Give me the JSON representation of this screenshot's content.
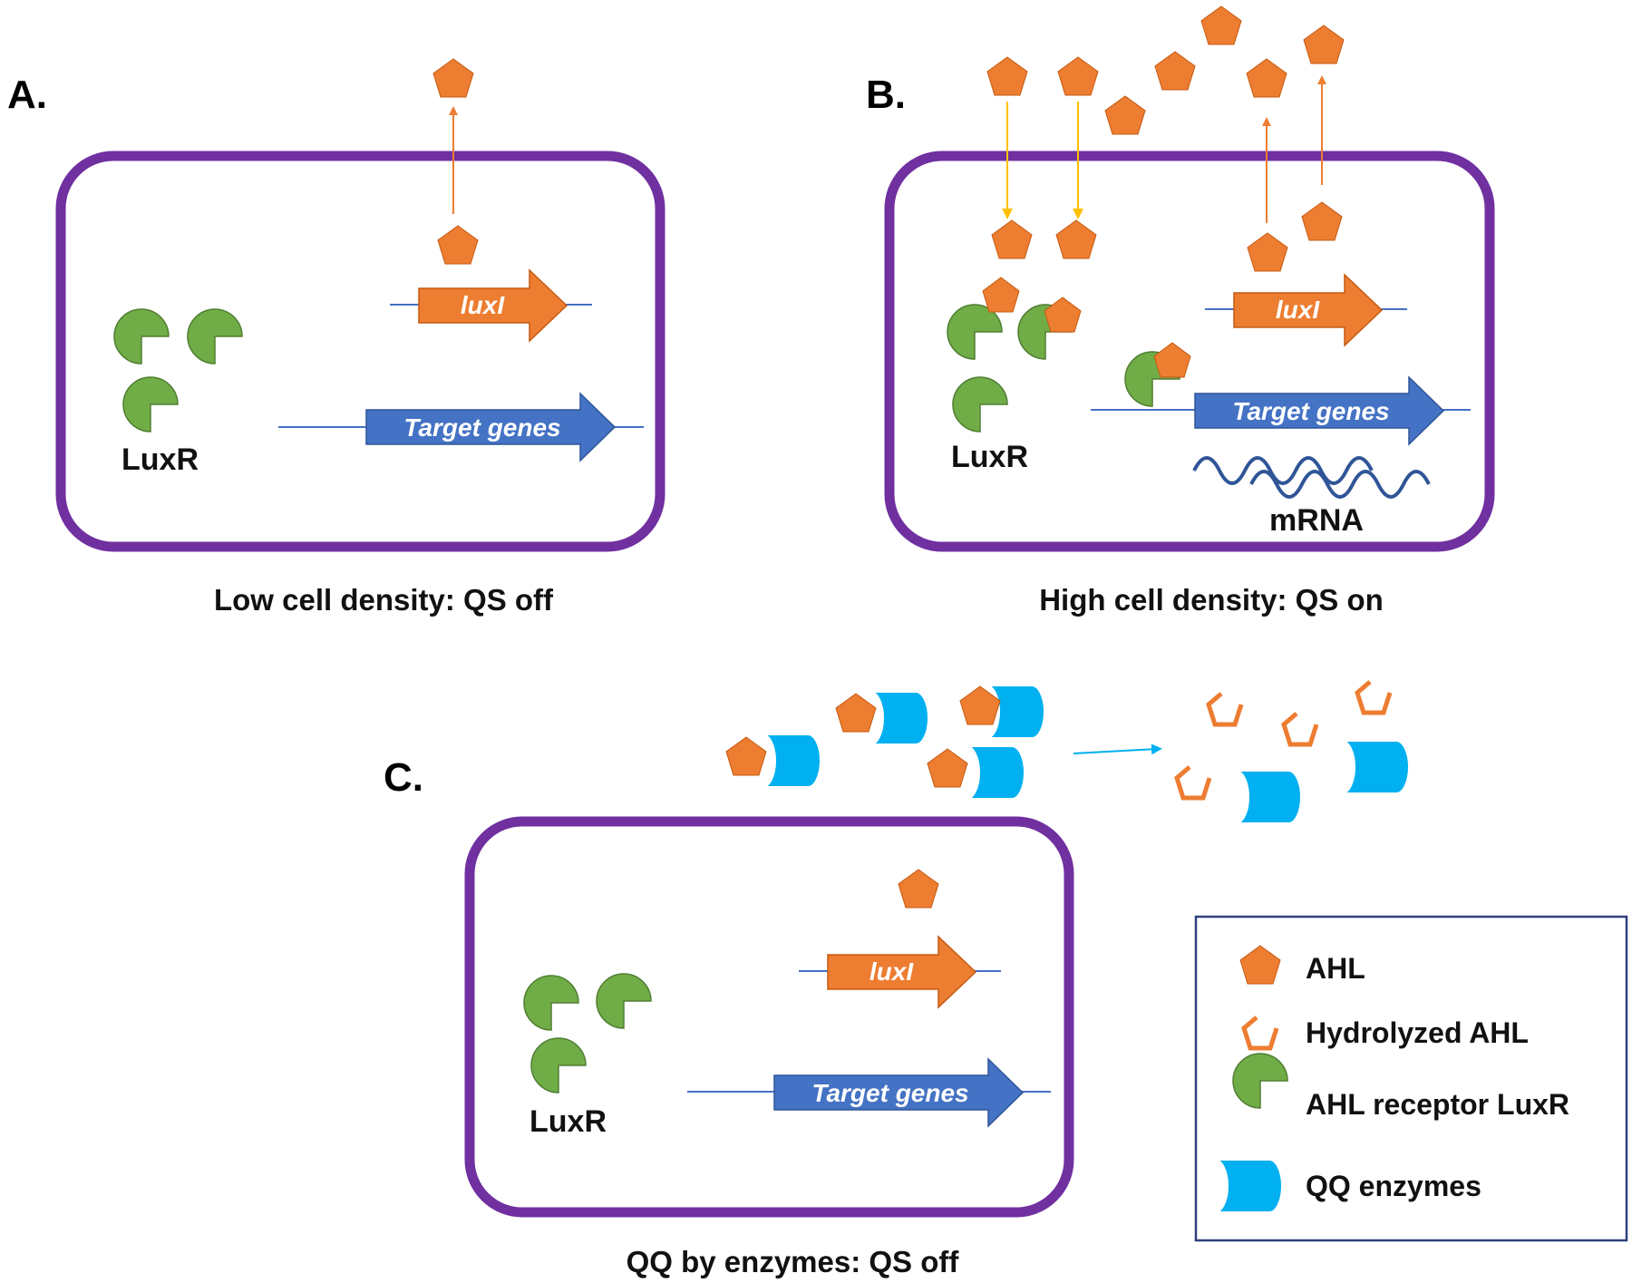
{
  "colors": {
    "cell_border": "#7030a0",
    "ahl": "#ed7d31",
    "ahl_stroke": "#c55a11",
    "luxr": "#70ad47",
    "luxr_stroke": "#507e32",
    "gene_luxi": "#ed7d31",
    "gene_target": "#4472c4",
    "enzyme": "#00b0f0",
    "mrna": "#2f5597",
    "legend_border": "#2f3e7c",
    "arrow_out": "#ed7d31",
    "arrow_in": "#ffc000",
    "arrow_enzyme": "#00b0f0"
  },
  "panels": {
    "a": {
      "letter": "A.",
      "caption": "Low cell density: QS off",
      "luxr_label": "LuxR",
      "gene_luxi": "luxI",
      "gene_target": "Target genes"
    },
    "b": {
      "letter": "B.",
      "caption": "High cell density: QS on",
      "luxr_label": "LuxR",
      "gene_luxi": "luxI",
      "gene_target": "Target genes",
      "mrna_label": "mRNA"
    },
    "c": {
      "letter": "C.",
      "caption": "QQ by enzymes: QS off",
      "luxr_label": "LuxR",
      "gene_luxi": "luxI",
      "gene_target": "Target genes"
    }
  },
  "legend": {
    "items": [
      {
        "icon": "ahl-pentagon-icon",
        "label": "AHL"
      },
      {
        "icon": "hydrolyzed-ahl-icon",
        "label": "Hydrolyzed AHL"
      },
      {
        "icon": "luxr-receptor-icon",
        "label": "AHL receptor LuxR"
      },
      {
        "icon": "qq-enzyme-icon",
        "label": "QQ enzymes"
      }
    ]
  }
}
